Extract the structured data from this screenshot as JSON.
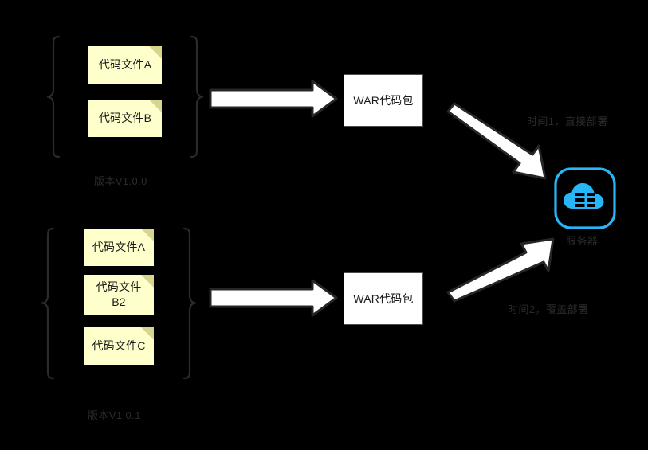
{
  "diagram": {
    "title": "WAR package deployment flow",
    "background_color": "#000000",
    "note_fill": "#ffffcc",
    "note_fold_color": "#d6d68f",
    "box_fill": "#ffffff",
    "box_border": "#4d4d4d",
    "arrow_fill": "#ffffff",
    "arrow_stroke": "#262626",
    "brace_color": "#2b2b2b",
    "caption_color": "#2b2b2b",
    "accent_color": "#29b6f6"
  },
  "groups": [
    {
      "id": "version-1-0-0",
      "version_label": "版本V1.0.0",
      "notes": [
        {
          "label": "代码文件A"
        },
        {
          "label": "代码文件B"
        }
      ]
    },
    {
      "id": "version-1-0-1",
      "version_label": "版本V1.0.1",
      "notes": [
        {
          "label": "代码文件A"
        },
        {
          "label": "代码文件\nB2"
        },
        {
          "label": "代码文件C"
        }
      ]
    }
  ],
  "packages": [
    {
      "id": "war-top",
      "label": "WAR代码包"
    },
    {
      "id": "war-bottom",
      "label": "WAR代码包"
    }
  ],
  "deploy_captions": [
    {
      "id": "deploy-1",
      "label": "时间1，直接部署"
    },
    {
      "id": "deploy-2",
      "label": "时间2，覆盖部署"
    }
  ],
  "server": {
    "label": "服务器",
    "icon": "cloud-server-icon",
    "icon_color": "#29b6f6"
  }
}
